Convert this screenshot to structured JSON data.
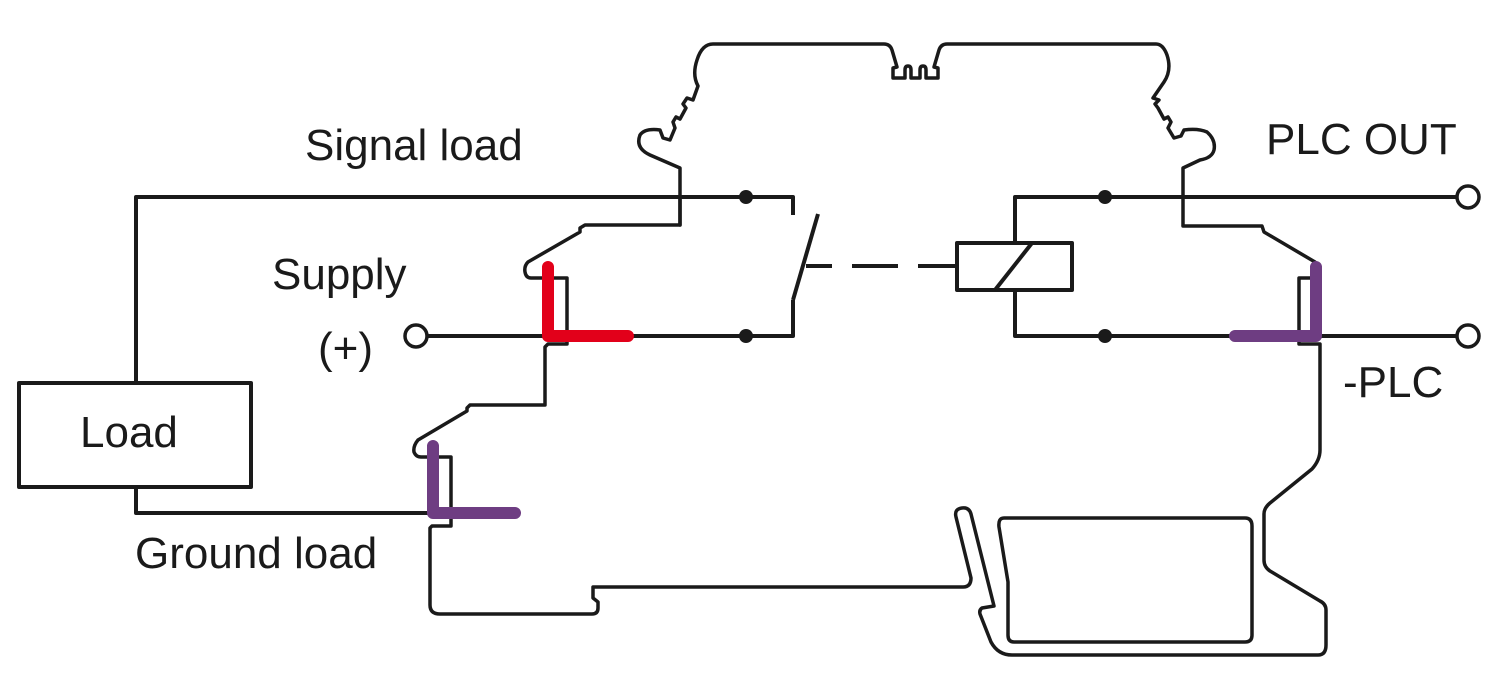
{
  "diagram": {
    "type": "relay wiring diagram",
    "labels": {
      "signal_load": "Signal load",
      "supply": "Supply",
      "supply_polarity": "(+)",
      "load": "Load",
      "ground_load": "Ground load",
      "plc_out": "PLC OUT",
      "minus_plc": "-PLC"
    },
    "components": [
      {
        "id": "load",
        "kind": "load-box"
      },
      {
        "id": "switch-contact",
        "kind": "normally-open contact"
      },
      {
        "id": "relay-coil",
        "kind": "coil"
      },
      {
        "id": "housing",
        "kind": "din-rail terminal housing"
      }
    ],
    "jumpers": [
      {
        "id": "supply-bridge",
        "color": "#e2001a"
      },
      {
        "id": "ground-bridge",
        "color": "#6e3d82"
      },
      {
        "id": "plc-bridge",
        "color": "#6e3d82"
      }
    ],
    "colors": {
      "line": "#1a1a1a",
      "supply_jumper": "#e2001a",
      "ground_jumper": "#6e3d82",
      "background": "#ffffff"
    }
  }
}
